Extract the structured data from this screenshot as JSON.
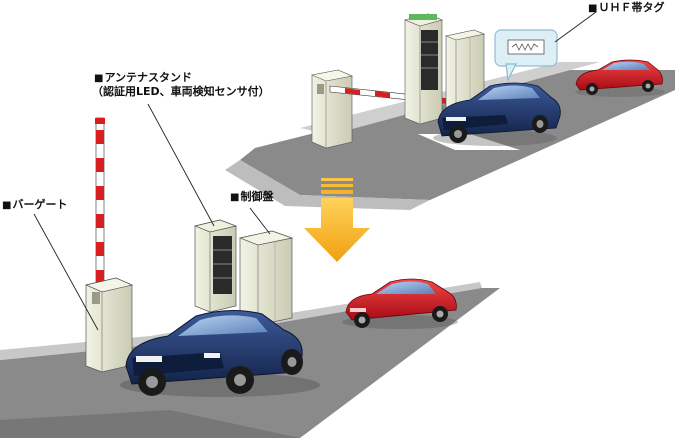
{
  "labels": {
    "uhf_tag": "ＵＨＦ帯タグ",
    "antenna_stand_line1": "アンテナスタンド",
    "antenna_stand_line2": "（認証用LED、車両検知センサ付）",
    "bar_gate": "バーゲート",
    "controller": "制御盤",
    "bullet": "■"
  },
  "colors": {
    "road": "#8c8c8c",
    "road_shadow": "#6e6e6e",
    "gate_body": "#e6e8d2",
    "car_blue": "#1a2f5e",
    "car_red": "#d4101c",
    "arrow": "#f4b21a",
    "bar_red": "#d81e1e"
  },
  "icons": {
    "down_arrow": "arrow-down-icon",
    "tag": "rfid-tag-icon"
  }
}
